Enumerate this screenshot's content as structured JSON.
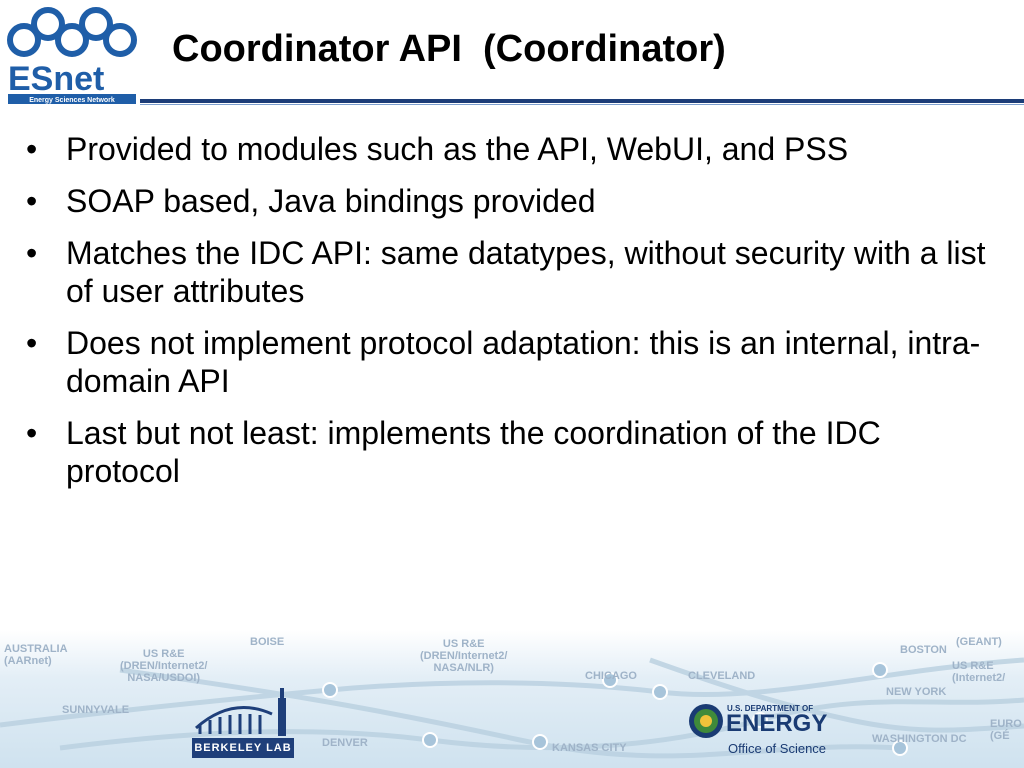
{
  "slide": {
    "title": "Coordinator API  (Coordinator)",
    "bullets": [
      "Provided to modules such as the API, WebUI, and PSS",
      "SOAP based, Java bindings provided",
      "Matches the IDC API: same datatypes, without security with a list of user attributes",
      "Does not implement protocol adaptation: this is an internal, intra-domain API",
      "Last but not least: implements the coordination of the IDC protocol"
    ]
  },
  "logo": {
    "name": "ESnet",
    "tagline": "Energy Sciences Network"
  },
  "map_labels": {
    "australia": "AUSTRALIA\n(AARnet)",
    "usre1": "US R&E\n(DREN/Internet2/\nNASA/USDOI)",
    "boise": "BOISE",
    "usre2": "US R&E\n(DREN/Internet2/\nNASA/NLR)",
    "chicago": "CHICAGO",
    "cleveland": "CLEVELAND",
    "boston": "BOSTON",
    "geant1": "(GEANT)",
    "usre3": "US R&E\n(Internet2/",
    "sunnyvale": "SUNNYVALE",
    "newyork": "NEW YORK",
    "denver": "DENVER",
    "kansascity": "KANSAS CITY",
    "washington": "WASHINGTON DC",
    "euro": "EURO\n(GÉ"
  },
  "berkeley": {
    "label": "BERKELEY LAB"
  },
  "doe": {
    "small": "U.S. DEPARTMENT OF",
    "big": "ENERGY",
    "office": "Office of Science"
  },
  "colors": {
    "title_rule": "#1c3d78",
    "logo_blue": "#1f5ea8",
    "map_text": "#9fb3c8"
  }
}
